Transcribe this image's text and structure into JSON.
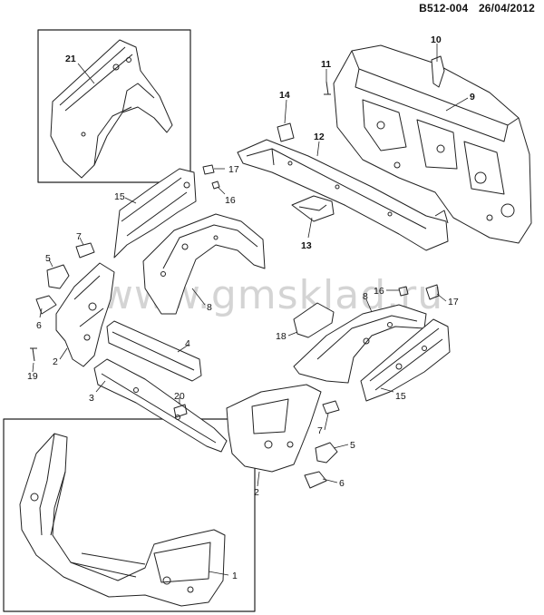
{
  "header": {
    "code": "B512-004",
    "date": "26/04/2012"
  },
  "watermark": "www.gmsklad.ru",
  "callouts": [
    {
      "id": "c21",
      "label": "21",
      "bold": true
    },
    {
      "id": "c10",
      "label": "10",
      "bold": true
    },
    {
      "id": "c11",
      "label": "11",
      "bold": true
    },
    {
      "id": "c9",
      "label": "9",
      "bold": true
    },
    {
      "id": "c14",
      "label": "14",
      "bold": true
    },
    {
      "id": "c12",
      "label": "12",
      "bold": true
    },
    {
      "id": "c13",
      "label": "13",
      "bold": true
    },
    {
      "id": "c17a",
      "label": "17",
      "bold": false
    },
    {
      "id": "c16a",
      "label": "16",
      "bold": false
    },
    {
      "id": "c15a",
      "label": "15",
      "bold": false
    },
    {
      "id": "c7a",
      "label": "7",
      "bold": false
    },
    {
      "id": "c5a",
      "label": "5",
      "bold": false
    },
    {
      "id": "c6a",
      "label": "6",
      "bold": false
    },
    {
      "id": "c8a",
      "label": "8",
      "bold": false
    },
    {
      "id": "c16b",
      "label": "16",
      "bold": false
    },
    {
      "id": "c17b",
      "label": "17",
      "bold": false
    },
    {
      "id": "c8b",
      "label": "8",
      "bold": false
    },
    {
      "id": "c18",
      "label": "18",
      "bold": false
    },
    {
      "id": "c4",
      "label": "4",
      "bold": false
    },
    {
      "id": "c2a",
      "label": "2",
      "bold": false
    },
    {
      "id": "c19",
      "label": "19",
      "bold": false
    },
    {
      "id": "c3",
      "label": "3",
      "bold": false
    },
    {
      "id": "c20",
      "label": "20",
      "bold": false
    },
    {
      "id": "c15b",
      "label": "15",
      "bold": false
    },
    {
      "id": "c7b",
      "label": "7",
      "bold": false
    },
    {
      "id": "c5b",
      "label": "5",
      "bold": false
    },
    {
      "id": "c6b",
      "label": "6",
      "bold": false
    },
    {
      "id": "c2b",
      "label": "2",
      "bold": false
    },
    {
      "id": "c1",
      "label": "1",
      "bold": false
    }
  ]
}
